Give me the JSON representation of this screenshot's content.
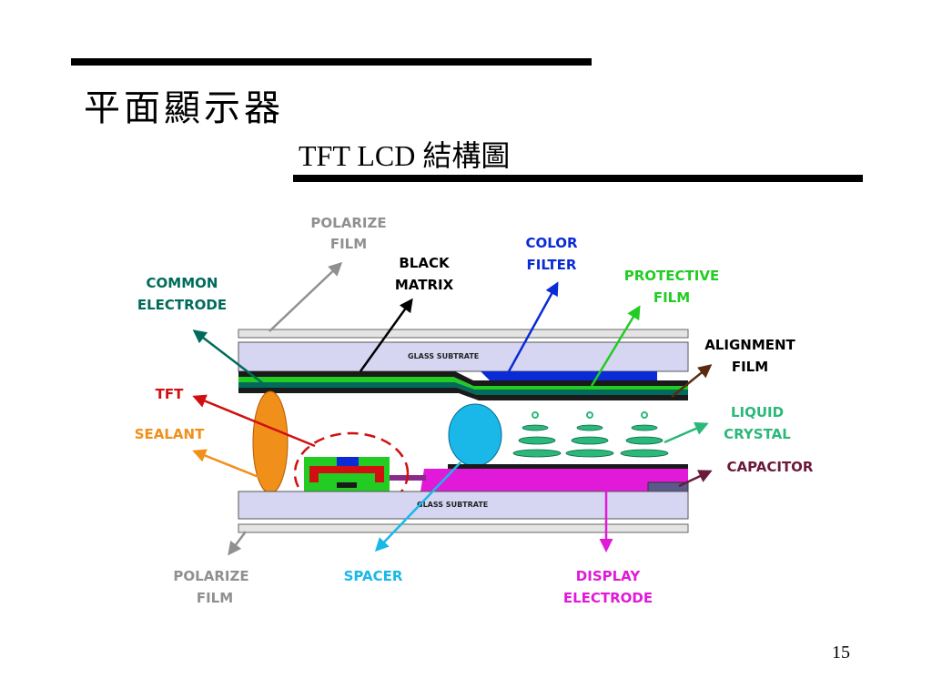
{
  "slide": {
    "title": "平面顯示器",
    "subtitle": "TFT LCD 結構圖",
    "page_number": "15"
  },
  "diagram": {
    "glass_top": "GLASS SUBTRATE",
    "glass_bottom": "GLASS SUBTRATE",
    "labels": {
      "polarize_top_1": "POLARIZE",
      "polarize_top_2": "FILM",
      "common_1": "COMMON",
      "common_2": "ELECTRODE",
      "black_1": "BLACK",
      "black_2": "MATRIX",
      "color_1": "COLOR",
      "color_2": "FILTER",
      "protective_1": "PROTECTIVE",
      "protective_2": "FILM",
      "alignment_1": "ALIGNMENT",
      "alignment_2": "FILM",
      "tft": "TFT",
      "sealant": "SEALANT",
      "liquid_1": "LIQUID",
      "liquid_2": "CRYSTAL",
      "capacitor": "CAPACITOR",
      "polarize_bottom_1": "POLARIZE",
      "polarize_bottom_2": "FILM",
      "spacer": "SPACER",
      "display_1": "DISPLAY",
      "display_2": "ELECTRODE"
    },
    "colors": {
      "glass": "#d6d6f2",
      "polarizer": "#e4e4e4",
      "common_electrode": "#006b5a",
      "black_matrix": "#1a1a1a",
      "color_filter": "#0a2bd6",
      "protective_film": "#22cc22",
      "alignment_film": "#5a2a10",
      "tft_label": "#d01010",
      "sealant": "#f0901a",
      "liquid_crystal": "#2bb87a",
      "capacitor": "#6a1a3a",
      "polarize_label": "#909090",
      "spacer": "#19b8e8",
      "display_electrode": "#e01ad8"
    }
  }
}
